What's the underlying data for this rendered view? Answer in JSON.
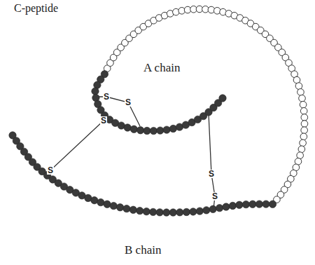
{
  "diagram": {
    "labels": [
      "C-peptide",
      "A chain",
      "S",
      "S",
      "S",
      "S",
      "S",
      "S",
      "B chain"
    ]
  }
}
